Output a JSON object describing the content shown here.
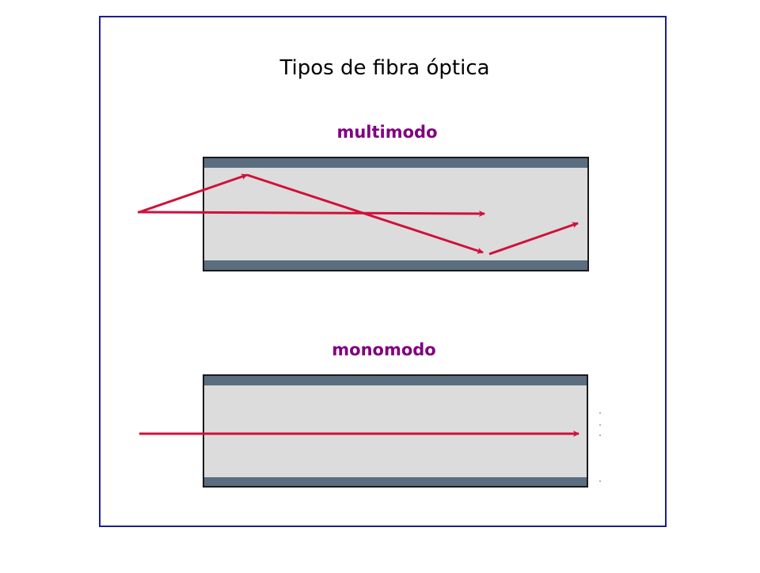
{
  "title": "Tipos de fibra óptica",
  "sections": {
    "multimode": {
      "label": "multimodo"
    },
    "singlemode": {
      "label": "monomodo"
    }
  },
  "colors": {
    "frame_border": "#1e1e8c",
    "title_text": "#000000",
    "label_text": "#800080",
    "cladding": "#5a6e80",
    "core": "#dcdcdc",
    "fiber_outline": "#1a1a1a",
    "ray": "#d0103a"
  }
}
